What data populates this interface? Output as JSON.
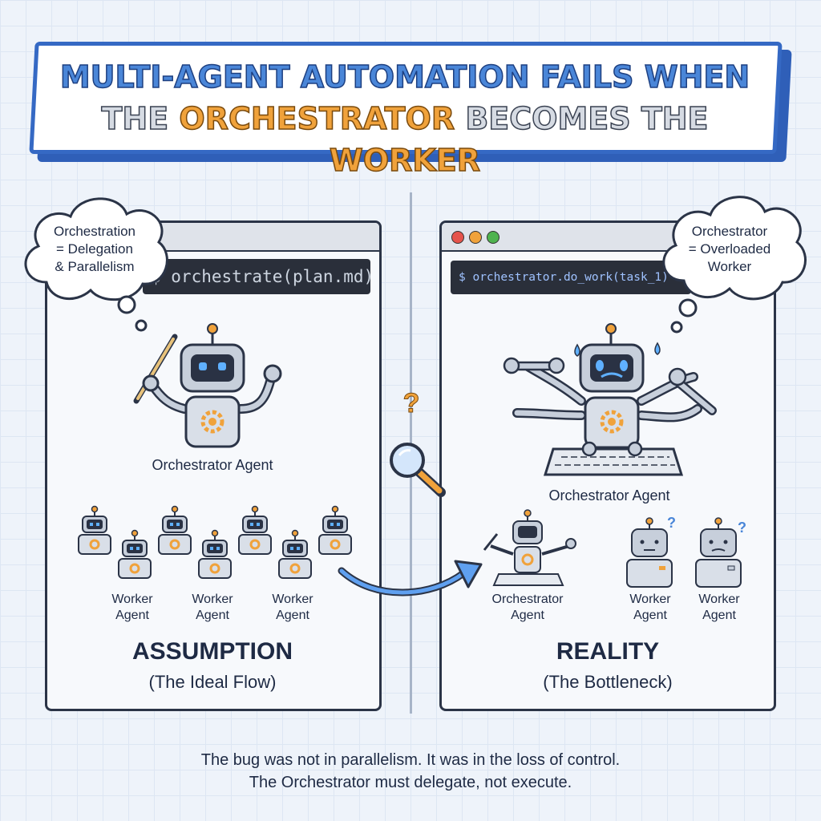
{
  "title": {
    "line1": "MULTI-AGENT AUTOMATION FAILS WHEN",
    "line2_a": "THE ",
    "line2_b": "ORCHESTRATOR",
    "line2_c": " BECOMES THE ",
    "line2_d": "WORKER"
  },
  "left": {
    "thought": [
      "Orchestration",
      "= Delegation",
      "& Parallelism"
    ],
    "command": "$ orchestrate(plan.md)",
    "orchestrator_label": "Orchestrator Agent",
    "worker_label_line1": "Worker",
    "worker_label_line2": "Agent",
    "heading": "ASSUMPTION",
    "subheading": "(The Ideal Flow)"
  },
  "right": {
    "thought": [
      "Orchestrator",
      "= Overloaded",
      "Worker"
    ],
    "command": "$ orchestrator.do_work(task_1) ...",
    "orchestrator_label": "Orchestrator Agent",
    "small_orch_line1": "Orchestrator",
    "small_orch_line2": "Agent",
    "worker_label_line1": "Worker",
    "worker_label_line2": "Agent",
    "heading": "REALITY",
    "subheading": "(The Bottleneck)"
  },
  "center": {
    "question_mark": "?"
  },
  "footer": {
    "line1": "The bug was not in parallelism. It was in the loss of control.",
    "line2": "The Orchestrator must delegate, not execute."
  },
  "colors": {
    "accent_blue": "#3569c4",
    "accent_orange": "#f0a23b",
    "window_border": "#2b3447"
  }
}
